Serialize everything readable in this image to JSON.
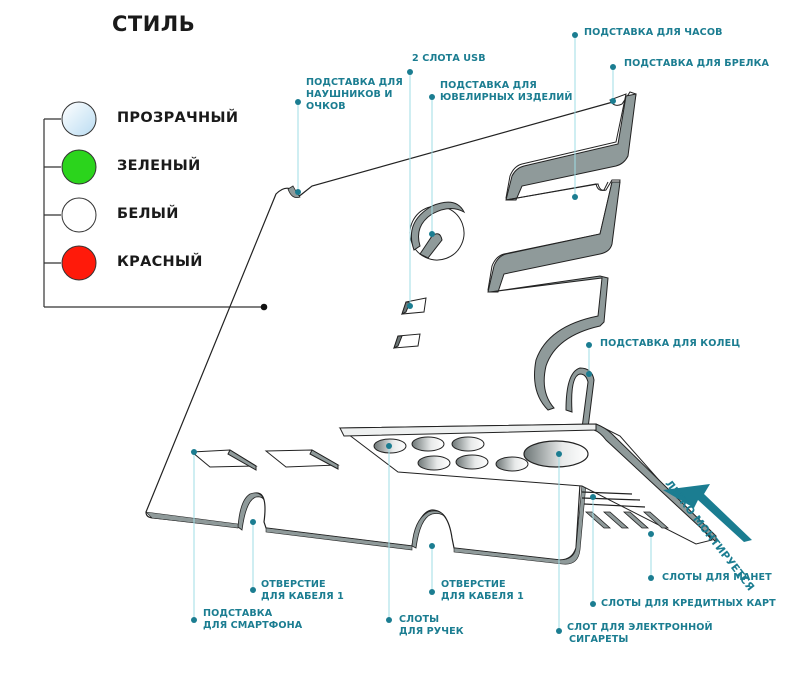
{
  "title": "СТИЛЬ",
  "styles": [
    {
      "label": "ПРОЗРАЧНЫЙ",
      "color": "#d6ebf7",
      "kind": "transparent"
    },
    {
      "label": "ЗЕЛЕНЫЙ",
      "color": "#2bd41c",
      "kind": "green"
    },
    {
      "label": "БЕЛЫЙ",
      "color": "#ffffff",
      "kind": "white"
    },
    {
      "label": "КРАСНЫЙ",
      "color": "#ff1a0a",
      "kind": "red"
    }
  ],
  "accent_color": "#1b7d91",
  "callouts": {
    "headphones": [
      "ПОДСТАВКА ДЛЯ",
      "НАУШНИКОВ И",
      "ОЧКОВ"
    ],
    "usb": [
      "2 СЛОТА USB"
    ],
    "jewelry": [
      "ПОДСТАВКА ДЛЯ",
      "ЮВЕЛИРНЫХ ИЗДЕЛИЙ"
    ],
    "watch": [
      "ПОДСТАВКА ДЛЯ ЧАСОВ"
    ],
    "keychain": [
      "ПОДСТАВКА ДЛЯ БРЕЛКА"
    ],
    "rings": [
      "ПОДСТАВКА ДЛЯ КОЛЕЦ"
    ],
    "cable1": [
      "ОТВЕРСТИЕ",
      "ДЛЯ КАБЕЛЯ 1"
    ],
    "cable2": [
      "ОТВЕРСТИЕ",
      "ДЛЯ КАБЕЛЯ 1"
    ],
    "smartphone": [
      "ПОДСТАВКА",
      "ДЛЯ СМАРТФОНА"
    ],
    "pens": [
      "СЛОТЫ",
      "ДЛЯ РУЧЕК"
    ],
    "coins": [
      "СЛОТЫ ДЛЯ МАНЕТ"
    ],
    "cards": [
      "СЛОТЫ ДЛЯ КРЕДИТНЫХ КАРТ"
    ],
    "ecig": [
      "СЛОТ ДЛЯ ЭЛЕКТРОННОЙ",
      "СИГАРЕТЫ"
    ]
  },
  "assembly_note": "ЛЕГКО МОНТИРУЕТСЯ"
}
